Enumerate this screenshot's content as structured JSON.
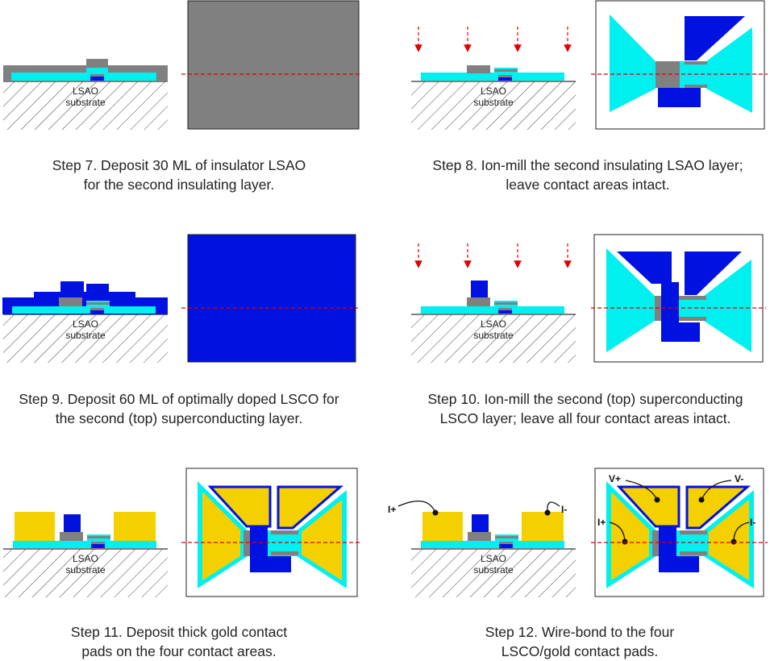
{
  "colors": {
    "insulator": "#808080",
    "lsco": "#00f0f0",
    "top_lsco": "#0011e0",
    "gold": "#f5d000",
    "cut_line": "#e00000",
    "substrate_line": "#333333"
  },
  "substrate_label": [
    "LSAO",
    "substrate"
  ],
  "steps": [
    {
      "caption": [
        "Step 7. Deposit 30 ML of insulator LSAO",
        "for the second insulating layer."
      ]
    },
    {
      "caption": [
        "Step 8. Ion-mill the second insulating LSAO layer;",
        "leave contact areas intact."
      ]
    },
    {
      "caption": [
        "Step 9. Deposit 60 ML of optimally doped LSCO for",
        "the second (top) superconducting layer."
      ]
    },
    {
      "caption": [
        "Step 10. Ion-mill the second (top) superconducting",
        "LSCO layer; leave all four contact areas intact."
      ]
    },
    {
      "caption": [
        "Step 11. Deposit thick gold contact",
        "pads on the four contact areas."
      ]
    },
    {
      "caption": [
        "Step 12. Wire-bond to the four",
        "LSCO/gold contact pads."
      ]
    }
  ],
  "wire_labels": {
    "cross_section": [
      "I+",
      "I-"
    ],
    "top_view": [
      "V+",
      "V-",
      "I+",
      "I-"
    ]
  }
}
